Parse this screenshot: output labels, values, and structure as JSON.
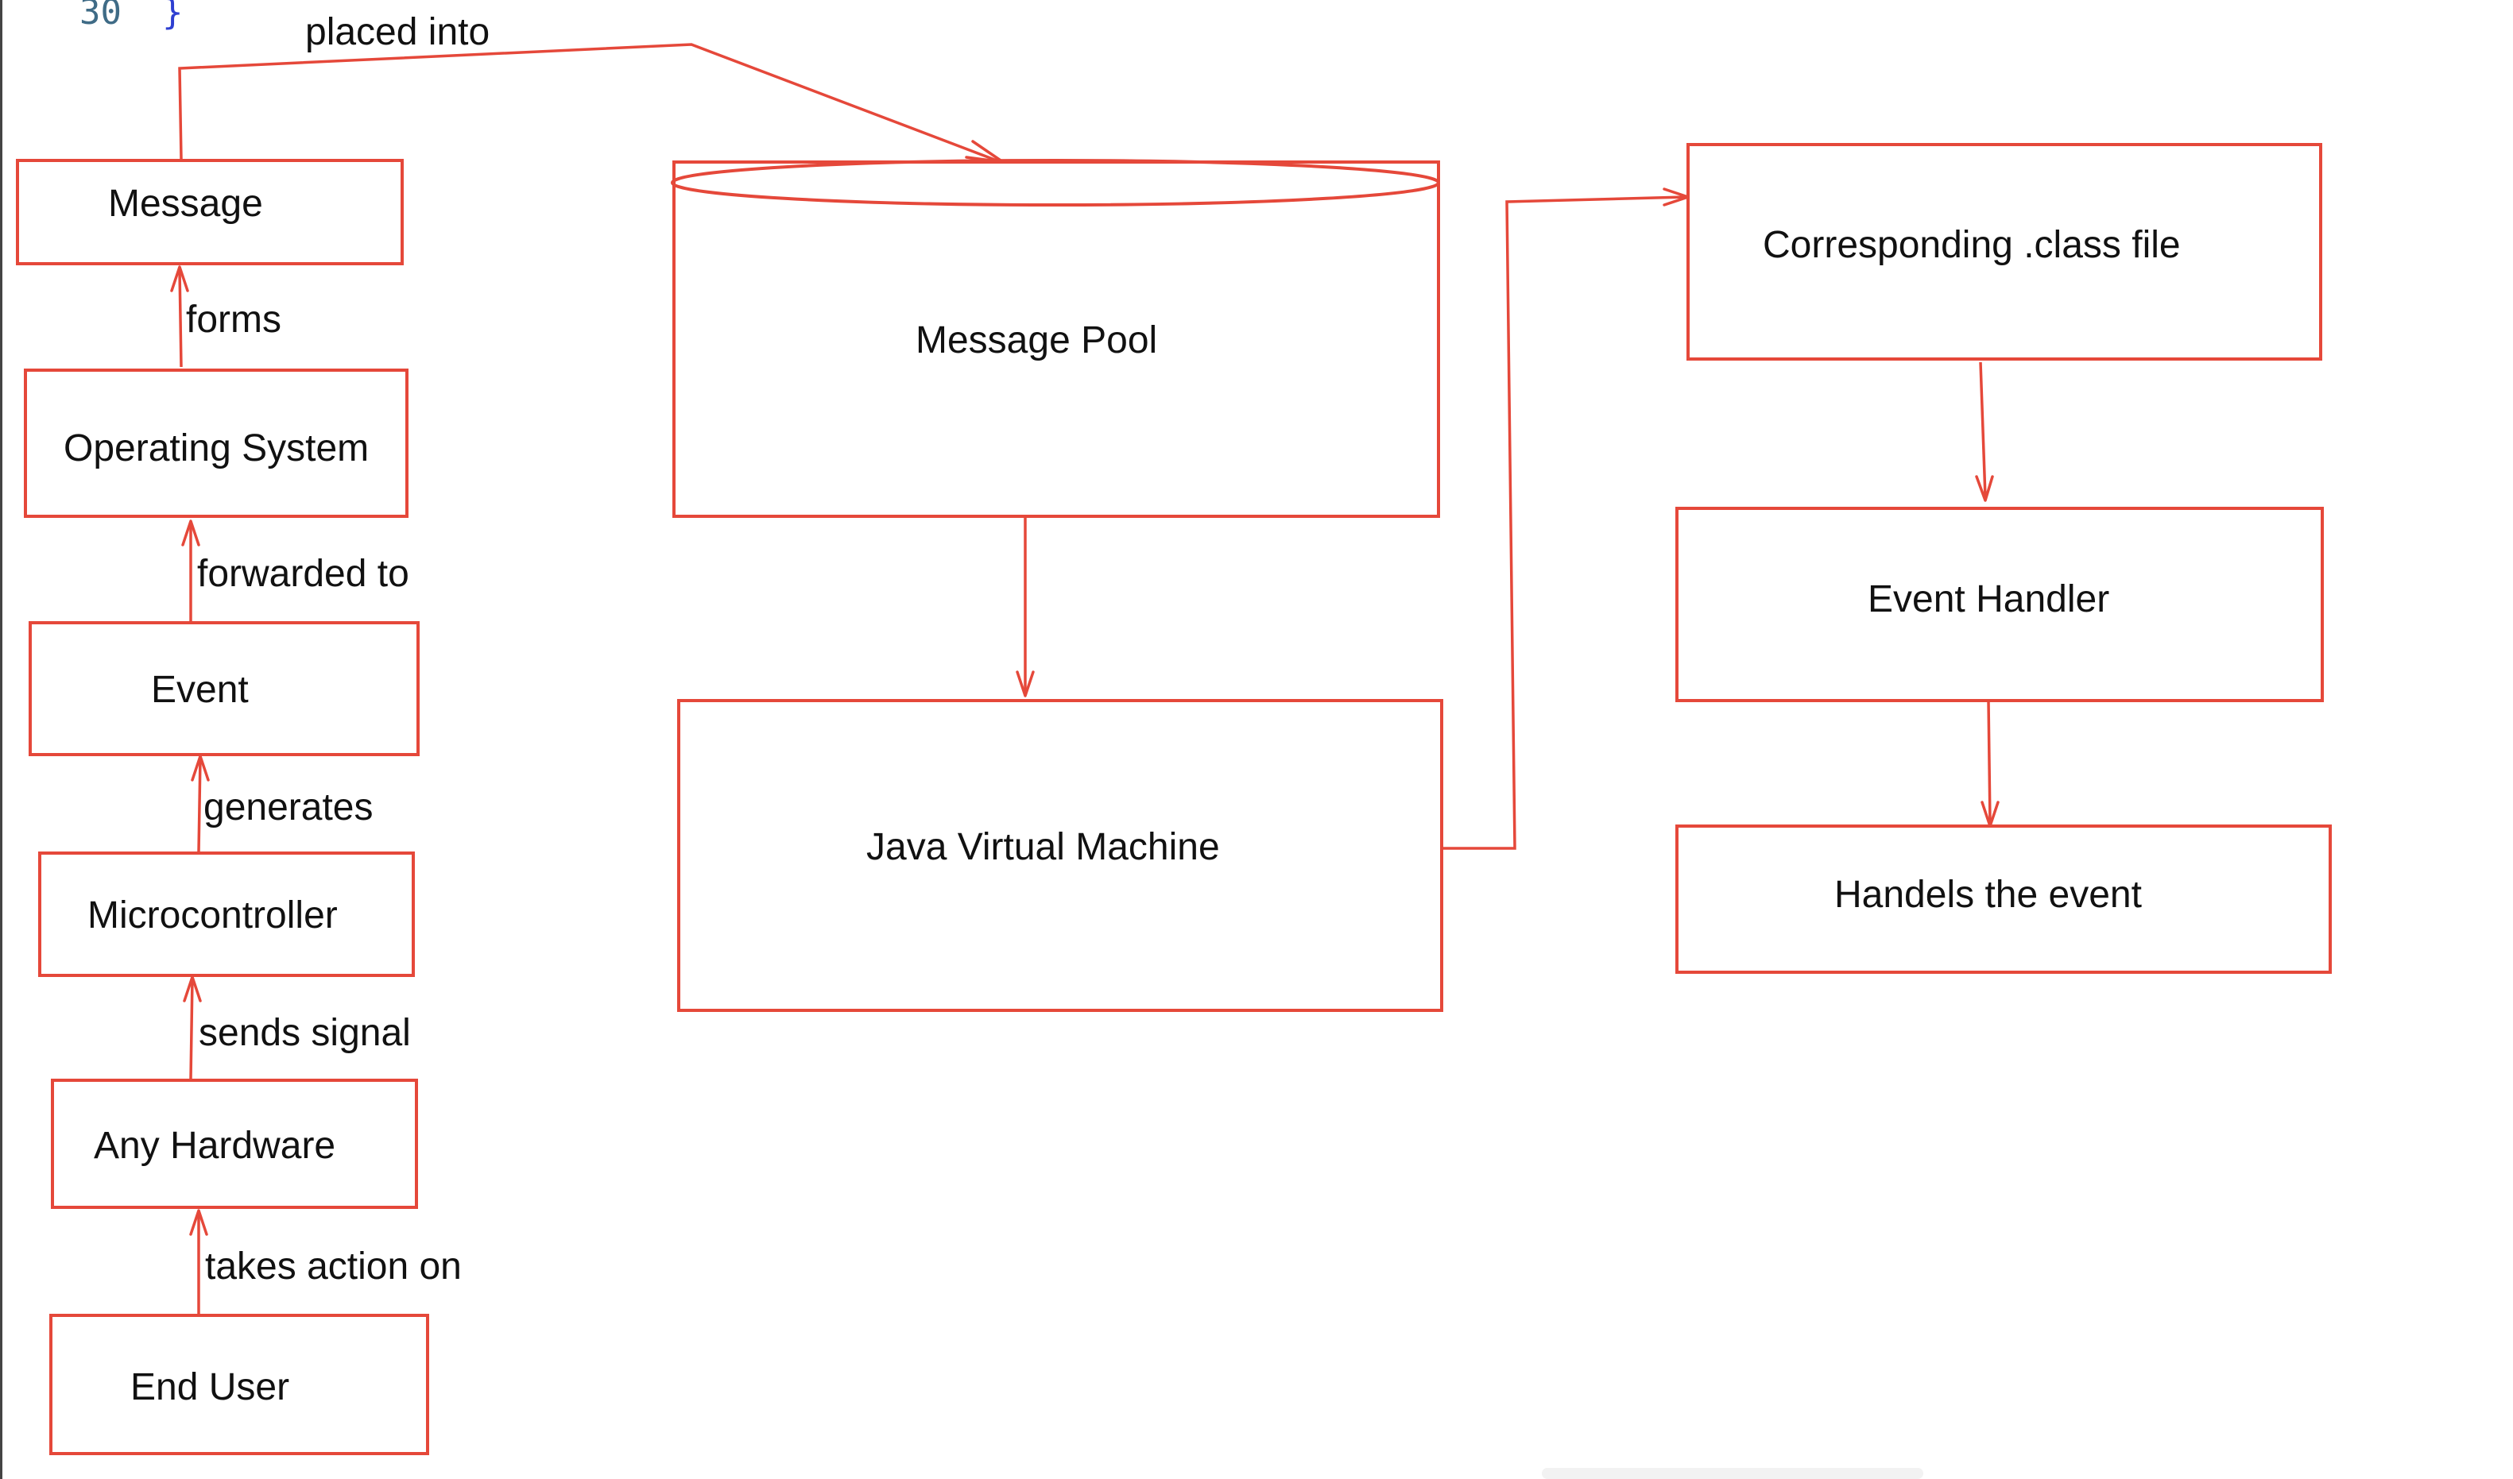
{
  "code_fragment": {
    "line_number": "30",
    "brace": "}"
  },
  "colors": {
    "stroke": "#e5483a",
    "text": "#111111",
    "line_number": "#3f6b86",
    "brace": "#2e3fd1"
  },
  "nodes": {
    "message": "Message",
    "operating_system": "Operating System",
    "event": "Event",
    "microcontroller": "Microcontroller",
    "any_hardware": "Any Hardware",
    "end_user": "End User",
    "message_pool": "Message Pool",
    "java_virtual_machine": "Java Virtual Machine",
    "corresponding_class_file": "Corresponding .class file",
    "event_handler": "Event Handler",
    "handels_the_event": "Handels the event"
  },
  "edges": {
    "placed_into": "placed into",
    "forms": "forms",
    "forwarded_to": "forwarded to",
    "generates": "generates",
    "sends_signal": "sends signal",
    "takes_action_on": "takes action on"
  }
}
